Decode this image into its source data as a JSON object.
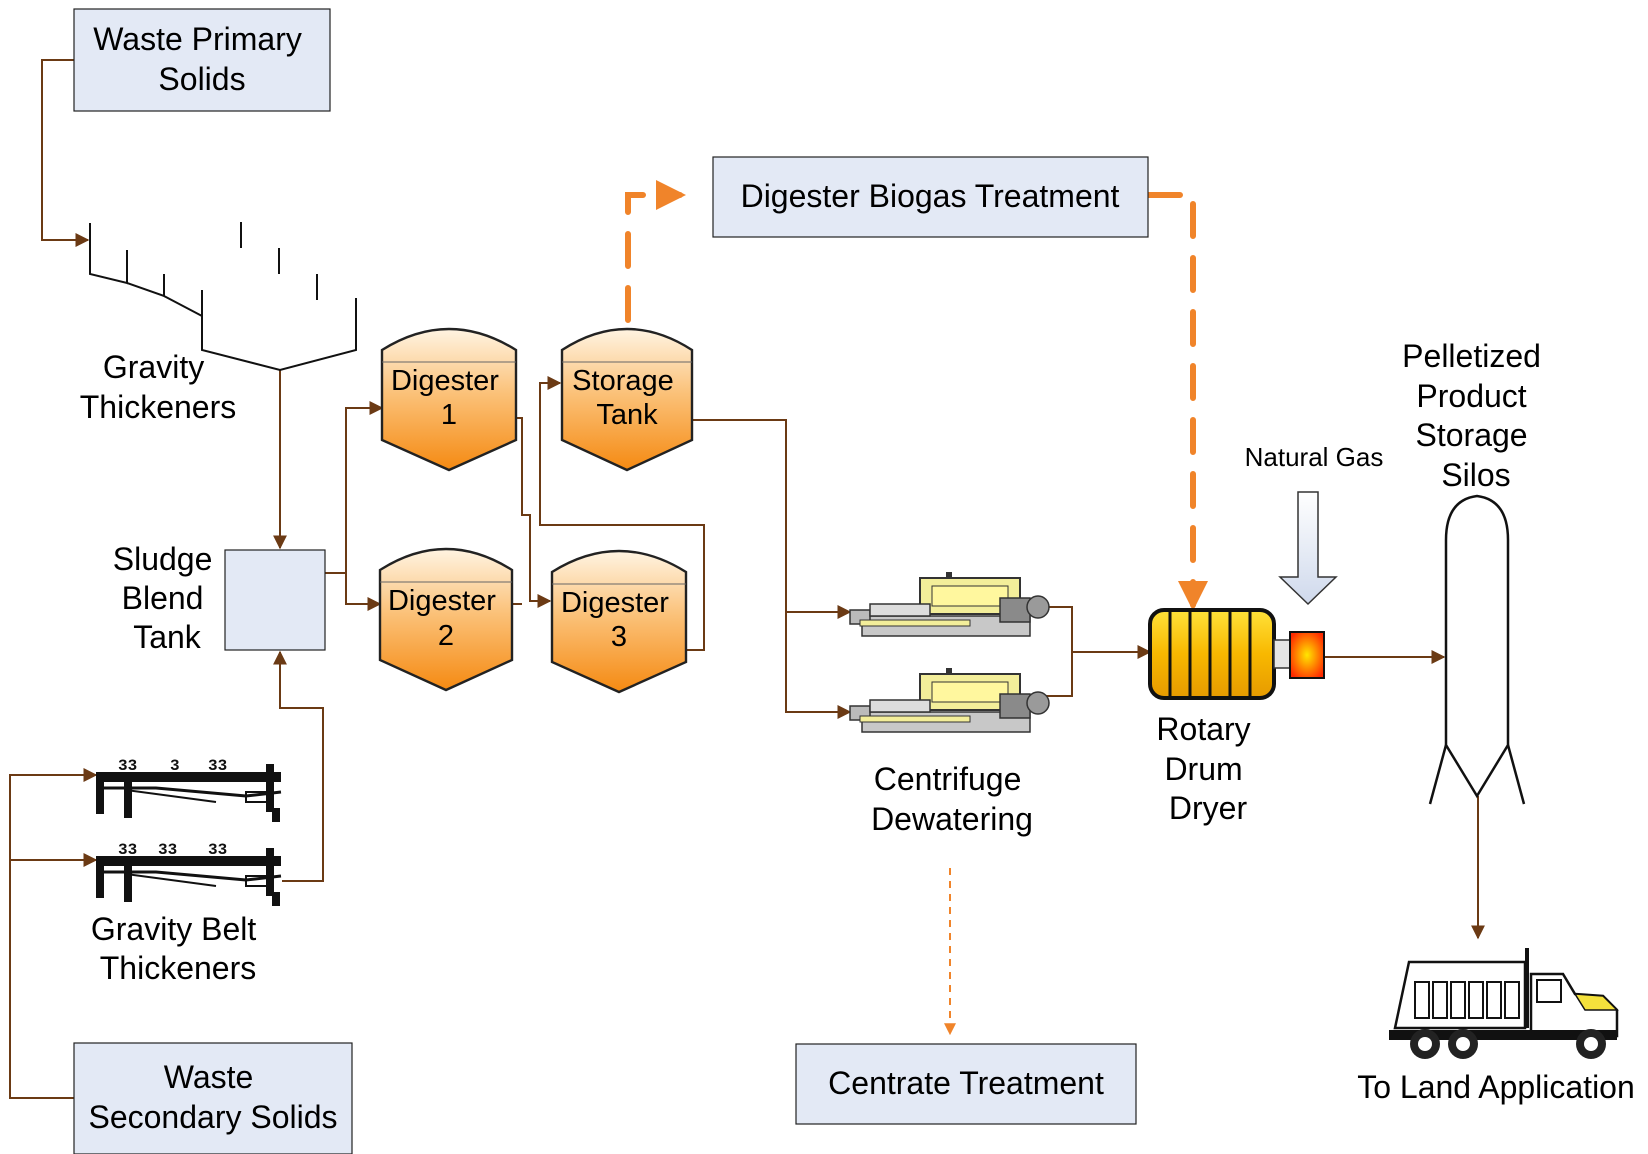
{
  "labels": {
    "waste_primary": [
      "Waste Primary",
      "Solids"
    ],
    "gravity_thickeners": [
      "Gravity",
      "Thickeners"
    ],
    "sludge_blend": [
      "Sludge",
      "Blend",
      "Tank"
    ],
    "gravity_belt": [
      "Gravity Belt",
      "Thickeners"
    ],
    "waste_secondary": [
      "Waste",
      "Secondary Solids"
    ],
    "digester_1": [
      "Digester",
      "1"
    ],
    "digester_2": [
      "Digester",
      "2"
    ],
    "digester_3": [
      "Digester",
      "3"
    ],
    "storage_tank": [
      "Storage",
      "Tank"
    ],
    "biogas_treatment": "Digester Biogas Treatment",
    "centrifuge": [
      "Centrifuge",
      "Dewatering"
    ],
    "centrate_treatment": "Centrate Treatment",
    "rotary_dryer": [
      "Rotary",
      "Drum",
      "Dryer"
    ],
    "natural_gas": "Natural Gas",
    "silos": [
      "Pelletized",
      "Product",
      "Storage",
      "Silos"
    ],
    "land_application": "To Land Application"
  },
  "colors": {
    "flow_line": "#6b3a14",
    "biogas_line": "#f0842a",
    "box_fill": "#e3e9f5",
    "tank_gradient_top": "#fde8c8",
    "tank_gradient_bottom": "#f58a12",
    "dryer_fill": "#f8b800",
    "burner_fill": "#ff3a00"
  },
  "icons": [
    "gravity-thickener-icon",
    "belt-thickener-icon",
    "centrifuge-icon",
    "rotary-drum-icon",
    "burner-icon",
    "silo-icon",
    "dump-truck-icon"
  ]
}
